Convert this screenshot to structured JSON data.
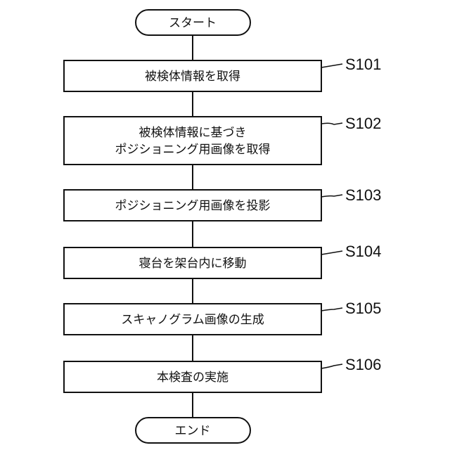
{
  "flowchart": {
    "start": {
      "label": "スタート"
    },
    "steps": [
      {
        "id": "S101",
        "lines": [
          "被検体情報を取得"
        ]
      },
      {
        "id": "S102",
        "lines": [
          "被検体情報に基づき",
          "ポジショニング用画像を取得"
        ]
      },
      {
        "id": "S103",
        "lines": [
          "ポジショニング用画像を投影"
        ]
      },
      {
        "id": "S104",
        "lines": [
          "寝台を架台内に移動"
        ]
      },
      {
        "id": "S105",
        "lines": [
          "スキャノグラム画像の生成"
        ]
      },
      {
        "id": "S106",
        "lines": [
          "本検査の実施"
        ]
      }
    ],
    "end": {
      "label": "エンド"
    }
  }
}
